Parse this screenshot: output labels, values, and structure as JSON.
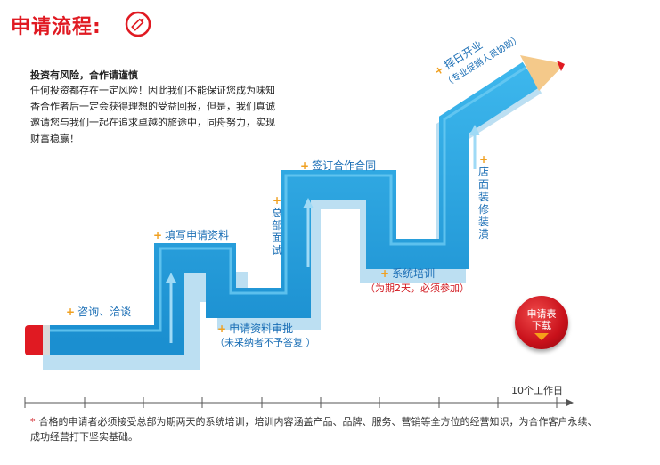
{
  "page": {
    "title": "申请流程:",
    "title_icon": "pencil-circle-icon"
  },
  "intro": {
    "heading": "投资有风险，合作请谨慎",
    "lines": [
      "任何投资都存在一定风险！因此我们不能保证您成为味知",
      "香合作者后一定会获得理想的受益回报，但是，我们真诚",
      "邀请您与我们一起在追求卓越的旅途中，同舟努力，实现",
      "财富稳赢！"
    ]
  },
  "steps": {
    "consult": "咨询、洽谈",
    "fill_form": "填写申请资料",
    "review": "申请资料审批",
    "review_note": "（未采纳者不予答复 ）",
    "interview": "总部面试",
    "sign": "签订合作合同",
    "training": "系统培训",
    "training_note": "（为期2天，必须参加）",
    "decoration": "店面装修装潢",
    "opening": "择日开业",
    "opening_note": "（专业促销人员协助）"
  },
  "download_button": {
    "line1": "申请表",
    "line2": "下载",
    "icon": "download-arrow-icon"
  },
  "timeline": {
    "label": "10个工作日",
    "ticks": 10
  },
  "footnote": {
    "star": "*",
    "text": "合格的申请者必须接受总部为期两天的系统培训，培训内容涵盖产品、品牌、服务、营销等全方位的经营知识，为合作客户永续、成功经营打下坚实基础。"
  },
  "colors": {
    "accent_red": "#e01a22",
    "pencil_blue": "#29a6e0",
    "pencil_dark": "#1b7fbf",
    "step_text": "#1a6eb5",
    "plus": "#f0a020"
  }
}
